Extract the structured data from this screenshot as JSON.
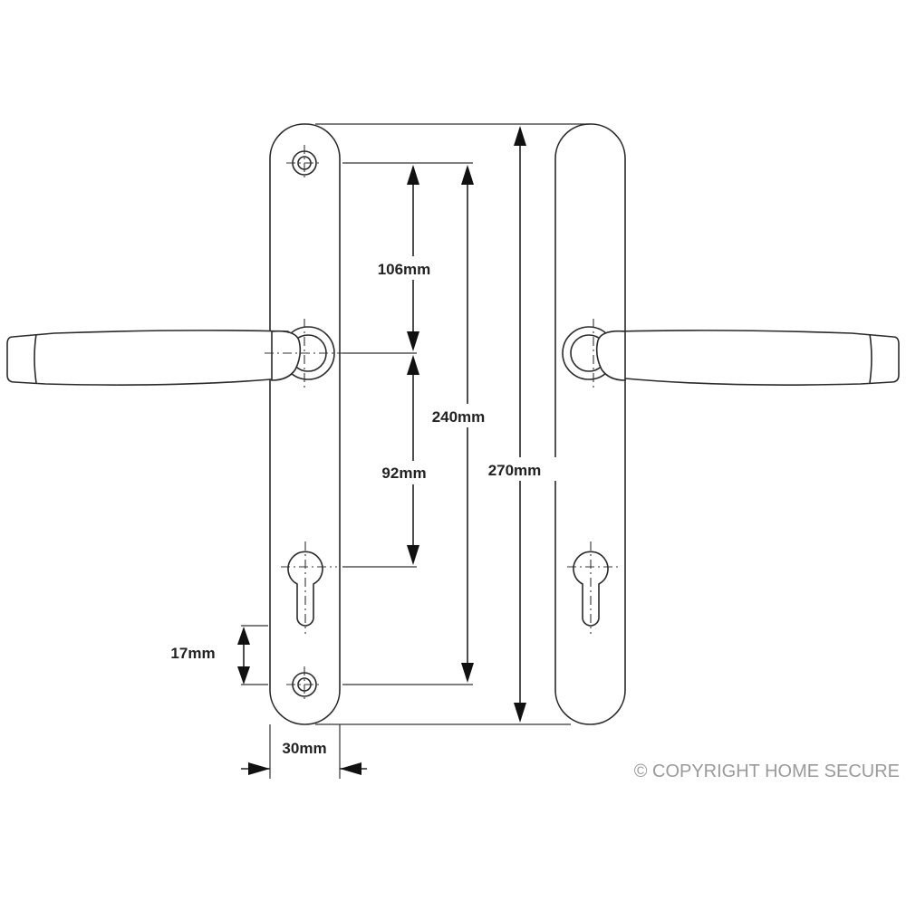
{
  "diagram": {
    "dimensions": {
      "d106": "106mm",
      "d92": "92mm",
      "d240": "240mm",
      "d270": "270mm",
      "d17": "17mm",
      "d30": "30mm"
    },
    "copyright": "© COPYRIGHT HOME SECURE",
    "colors": {
      "line": "#2a2a2a",
      "copyright": "#9a9a9a",
      "background": "#ffffff"
    }
  }
}
